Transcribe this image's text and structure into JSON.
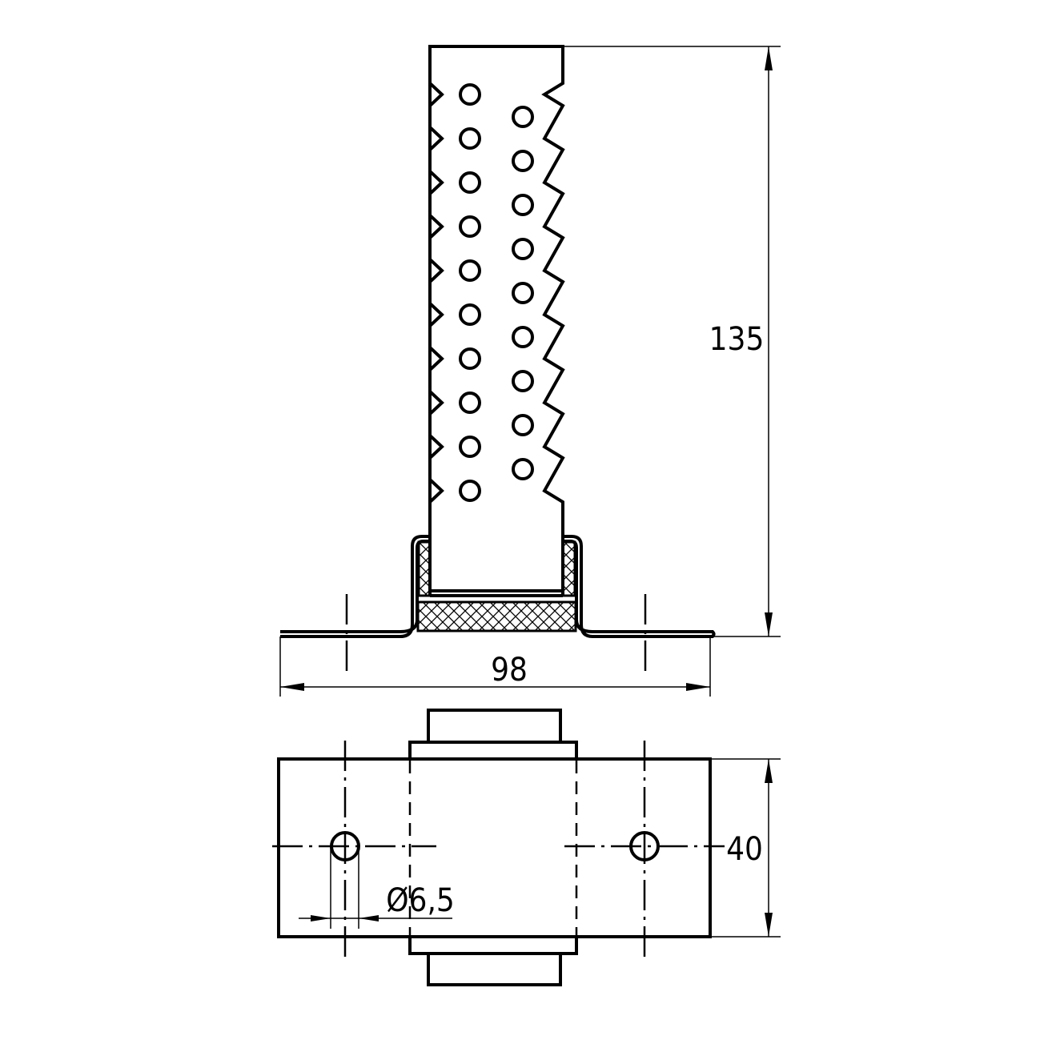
{
  "drawing": {
    "dimensions": {
      "height_label": "135",
      "width_label": "98",
      "depth_label": "40",
      "hole_diameter_label": "Ø6,5"
    },
    "post": {
      "left_holes": 10,
      "right_holes": 9,
      "notches_per_side": 10
    }
  }
}
